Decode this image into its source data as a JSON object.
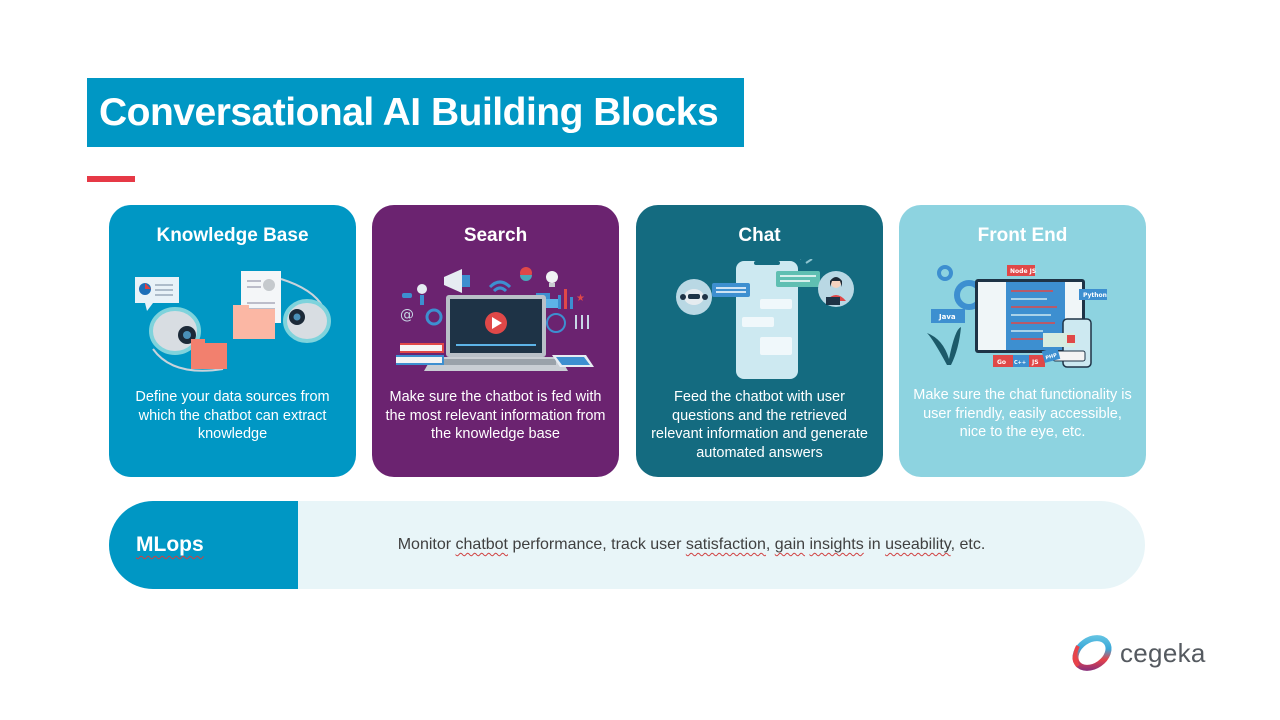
{
  "slide": {
    "title": "Conversational AI Building Blocks",
    "colors": {
      "title_bg": "#0097c4",
      "accent_line": "#e63946",
      "mlops_label_bg": "#0097c4",
      "mlops_body_bg": "#e8f5f8"
    }
  },
  "cards": [
    {
      "title": "Knowledge Base",
      "illustration": "robot-eyes-folders-illustration",
      "description": "Define your data sources from which the chatbot can extract knowledge",
      "color": "#0097c4"
    },
    {
      "title": "Search",
      "illustration": "laptop-media-icons-illustration",
      "description": "Make sure the chatbot is fed with the most relevant information from the knowledge base",
      "color": "#6b2370"
    },
    {
      "title": "Chat",
      "illustration": "phone-chat-bubbles-illustration",
      "description": "Feed the chatbot with user questions and the retrieved relevant information and generate automated answers",
      "color": "#146b80"
    },
    {
      "title": "Front End",
      "illustration": "monitor-code-languages-illustration",
      "description": "Make sure the chat functionality is  user friendly, easily accessible, nice to the eye, etc.",
      "color": "#8dd3e0",
      "tags": [
        "Node JS",
        "Python",
        "Java",
        "Go",
        "C++",
        "JS",
        "PHP"
      ]
    }
  ],
  "mlops": {
    "label": "MLops",
    "description_parts": [
      "Monitor ",
      "chatbot",
      " performance, track user ",
      "satisfaction",
      ", ",
      "gain",
      " ",
      "insights",
      " in ",
      "useability",
      ", etc."
    ]
  },
  "logo": {
    "text": "cegeka"
  }
}
